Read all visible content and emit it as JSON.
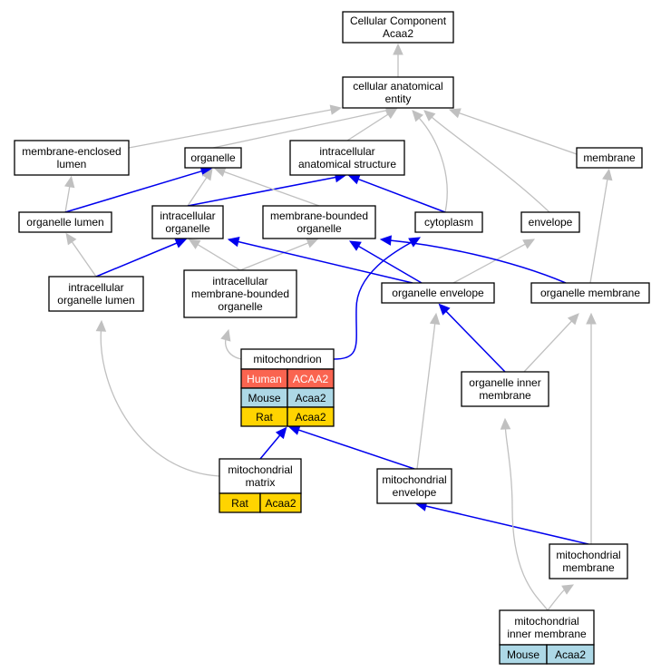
{
  "colors": {
    "is_a_edge": "#c0c0c0",
    "part_of_edge": "#0000ee",
    "human": "#fa6450",
    "mouse": "#add8e6",
    "rat": "#ffd400",
    "node_border": "#000000",
    "node_fill": "#ffffff"
  },
  "nodes": {
    "root": {
      "lines": [
        "Cellular Component",
        "Acaa2"
      ]
    },
    "cae": {
      "lines": [
        "cellular anatomical",
        "entity"
      ]
    },
    "mel": {
      "lines": [
        "membrane-enclosed",
        "lumen"
      ]
    },
    "organelle": {
      "lines": [
        "organelle"
      ]
    },
    "ias": {
      "lines": [
        "intracellular",
        "anatomical structure"
      ]
    },
    "membrane": {
      "lines": [
        "membrane"
      ]
    },
    "olumen": {
      "lines": [
        "organelle lumen"
      ]
    },
    "io": {
      "lines": [
        "intracellular",
        "organelle"
      ]
    },
    "mbo": {
      "lines": [
        "membrane-bounded",
        "organelle"
      ]
    },
    "cytoplasm": {
      "lines": [
        "cytoplasm"
      ]
    },
    "envelope": {
      "lines": [
        "envelope"
      ]
    },
    "iol": {
      "lines": [
        "intracellular",
        "organelle lumen"
      ]
    },
    "imbo": {
      "lines": [
        "intracellular",
        "membrane-bounded",
        "organelle"
      ]
    },
    "oenv": {
      "lines": [
        "organelle envelope"
      ]
    },
    "omem": {
      "lines": [
        "organelle membrane"
      ]
    },
    "mito": {
      "lines": [
        "mitochondrion"
      ],
      "species": [
        {
          "species": "Human",
          "gene": "ACAA2",
          "color": "human"
        },
        {
          "species": "Mouse",
          "gene": "Acaa2",
          "color": "mouse"
        },
        {
          "species": "Rat",
          "gene": "Acaa2",
          "color": "rat"
        }
      ]
    },
    "oim": {
      "lines": [
        "organelle inner",
        "membrane"
      ]
    },
    "mmatrix": {
      "lines": [
        "mitochondrial",
        "matrix"
      ],
      "species": [
        {
          "species": "Rat",
          "gene": "Acaa2",
          "color": "rat"
        }
      ]
    },
    "menv": {
      "lines": [
        "mitochondrial",
        "envelope"
      ]
    },
    "mmem": {
      "lines": [
        "mitochondrial",
        "membrane"
      ]
    },
    "mim": {
      "lines": [
        "mitochondrial",
        "inner membrane"
      ],
      "species": [
        {
          "species": "Mouse",
          "gene": "Acaa2",
          "color": "mouse"
        }
      ]
    }
  },
  "edges": [
    {
      "from": "cae",
      "to": "root",
      "type": "is_a"
    },
    {
      "from": "mel",
      "to": "cae",
      "type": "is_a"
    },
    {
      "from": "organelle",
      "to": "cae",
      "type": "is_a"
    },
    {
      "from": "ias",
      "to": "cae",
      "type": "is_a"
    },
    {
      "from": "membrane",
      "to": "cae",
      "type": "is_a"
    },
    {
      "from": "cytoplasm",
      "to": "cae",
      "type": "is_a"
    },
    {
      "from": "envelope",
      "to": "cae",
      "type": "is_a"
    },
    {
      "from": "olumen",
      "to": "mel",
      "type": "is_a"
    },
    {
      "from": "olumen",
      "to": "organelle",
      "type": "part_of"
    },
    {
      "from": "io",
      "to": "organelle",
      "type": "is_a"
    },
    {
      "from": "io",
      "to": "ias",
      "type": "part_of"
    },
    {
      "from": "mbo",
      "to": "organelle",
      "type": "is_a"
    },
    {
      "from": "cytoplasm",
      "to": "ias",
      "type": "part_of"
    },
    {
      "from": "iol",
      "to": "olumen",
      "type": "is_a"
    },
    {
      "from": "iol",
      "to": "io",
      "type": "part_of"
    },
    {
      "from": "imbo",
      "to": "io",
      "type": "is_a"
    },
    {
      "from": "imbo",
      "to": "mbo",
      "type": "is_a"
    },
    {
      "from": "oenv",
      "to": "io",
      "type": "part_of"
    },
    {
      "from": "oenv",
      "to": "mbo",
      "type": "part_of"
    },
    {
      "from": "oenv",
      "to": "envelope",
      "type": "is_a"
    },
    {
      "from": "omem",
      "to": "mbo",
      "type": "part_of"
    },
    {
      "from": "omem",
      "to": "membrane",
      "type": "is_a"
    },
    {
      "from": "mito",
      "to": "imbo",
      "type": "is_a"
    },
    {
      "from": "mito",
      "to": "cytoplasm",
      "type": "part_of"
    },
    {
      "from": "oim",
      "to": "oenv",
      "type": "part_of"
    },
    {
      "from": "oim",
      "to": "omem",
      "type": "is_a"
    },
    {
      "from": "mmatrix",
      "to": "mito",
      "type": "part_of"
    },
    {
      "from": "mmatrix",
      "to": "iol",
      "type": "is_a"
    },
    {
      "from": "menv",
      "to": "mito",
      "type": "part_of"
    },
    {
      "from": "menv",
      "to": "oenv",
      "type": "is_a"
    },
    {
      "from": "mmem",
      "to": "menv",
      "type": "part_of"
    },
    {
      "from": "mmem",
      "to": "omem",
      "type": "is_a"
    },
    {
      "from": "mim",
      "to": "mmem",
      "type": "is_a"
    },
    {
      "from": "mim",
      "to": "oim",
      "type": "is_a"
    }
  ]
}
